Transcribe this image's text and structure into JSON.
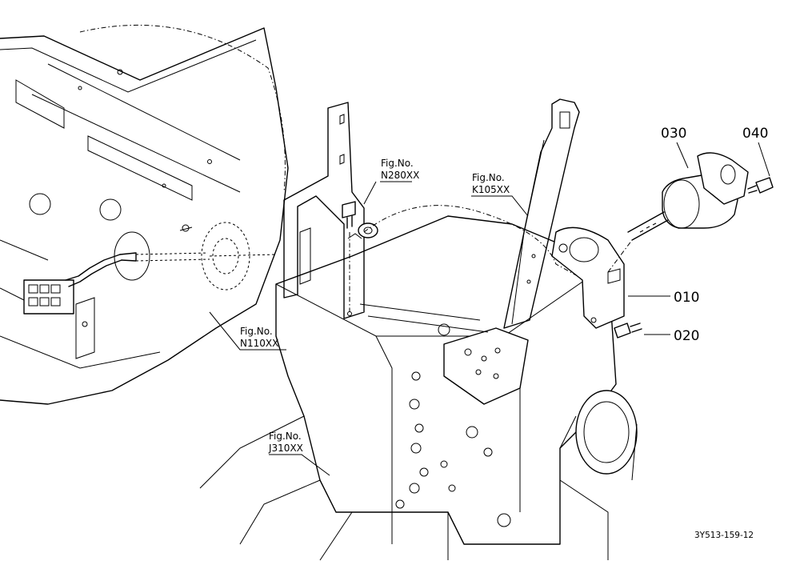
{
  "diagram": {
    "part_callouts": [
      "030",
      "040",
      "010",
      "020"
    ],
    "figure_references": [
      {
        "line1": "Fig.No.",
        "line2": "N280XX"
      },
      {
        "line1": "Fig.No.",
        "line2": "K105XX"
      },
      {
        "line1": "Fig.No.",
        "line2": "N110XX"
      },
      {
        "line1": "Fig.No.",
        "line2": "J310XX"
      }
    ],
    "drawing_code": "3Y513-159-12"
  }
}
